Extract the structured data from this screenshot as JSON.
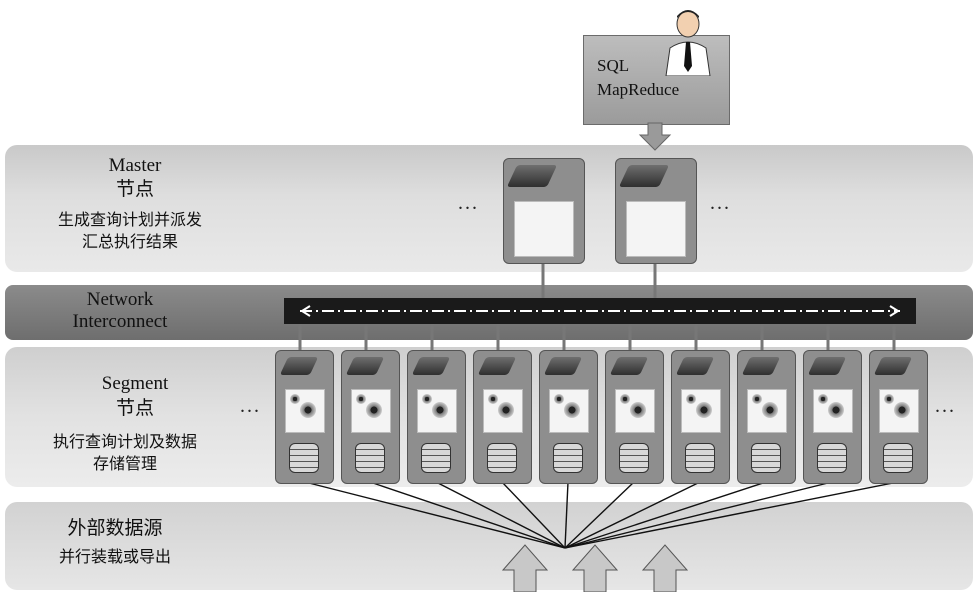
{
  "layers": {
    "master": {
      "title_en": "Master",
      "title_cn": "节点",
      "desc_line1": "生成查询计划并派发",
      "desc_line2": "汇总执行结果"
    },
    "network": {
      "title_line1": "Network",
      "title_line2": "Interconnect"
    },
    "segment": {
      "title_en": "Segment",
      "title_cn": "节点",
      "desc_line1": "执行查询计划及数据",
      "desc_line2": "存储管理"
    },
    "external": {
      "title": "外部数据源",
      "desc": "并行装载或导出"
    }
  },
  "client": {
    "line1": "SQL",
    "line2": "MapReduce"
  },
  "ellipsis": "...",
  "segment_node_count": 10
}
